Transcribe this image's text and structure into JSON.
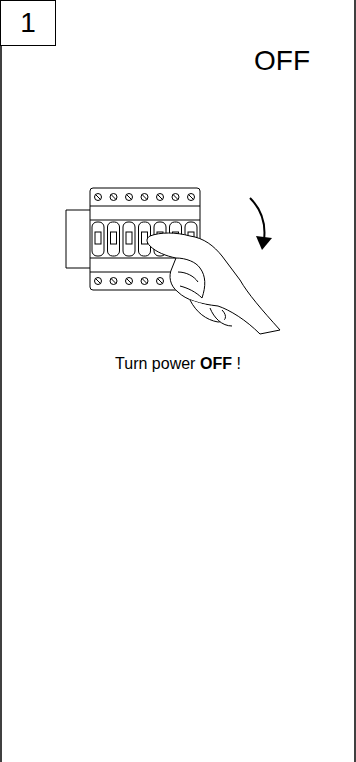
{
  "diagram": {
    "nodes": [
      {
        "text": [
          "1"
        ]
      }
    ],
    "labels": [
      "OFF",
      "Turn power",
      "OFF",
      "!"
    ]
  }
}
